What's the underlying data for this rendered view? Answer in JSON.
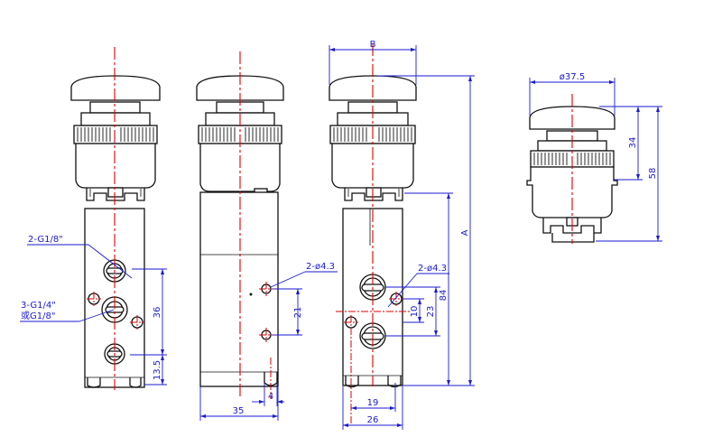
{
  "colors": {
    "outline": "#111111",
    "centerline": "#e00000",
    "dimension": "#1a1ad0",
    "background": "#ffffff"
  },
  "labels": {
    "port_2_g1_8": "2-G1/8\"",
    "port_3_g1_4": "3-G1/4\"",
    "port_alt_g1_8": "或G1/8\"",
    "hole_2_d43_side": "2-ø4.3",
    "hole_2_d43_right": "2-ø4.3"
  },
  "dimensions": {
    "d36": "36",
    "d13_5": "13.5",
    "d21": "21",
    "d4": "4",
    "d35": "35",
    "dB": "B",
    "dA": "A",
    "d84": "84",
    "d23": "23",
    "d10": "10",
    "d19": "19",
    "d26": "26",
    "d37_5": "ø37.5",
    "d34": "34",
    "d58": "58"
  }
}
